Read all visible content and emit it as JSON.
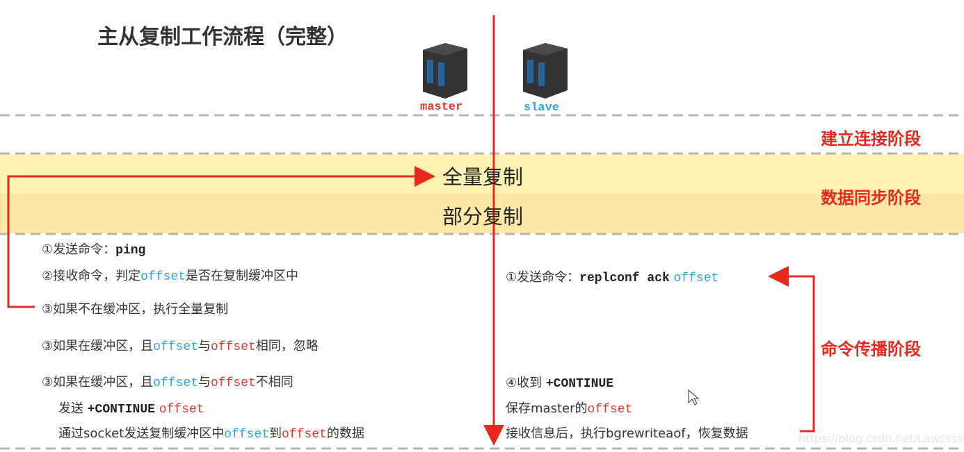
{
  "title": "主从复制工作流程（完整）",
  "nodes": {
    "master": "master",
    "slave": "slave"
  },
  "phases": {
    "connect": "建立连接阶段",
    "sync": "数据同步阶段",
    "propagate": "命令传播阶段"
  },
  "sync_items": {
    "full": "全量复制",
    "partial": "部分复制"
  },
  "left_steps": {
    "s1_prefix": "①发送命令：",
    "s1_cmd": "ping",
    "s2_prefix": "②接收命令，判定",
    "s2_offset": "offset",
    "s2_suffix": "是否在复制缓冲区中",
    "s3a": "③如果不在缓冲区，执行全量复制",
    "s3b_prefix": "③如果在缓冲区，且",
    "s3b_o1": "offset",
    "s3b_mid": "与",
    "s3b_o2": "offset",
    "s3b_suffix": "相同，忽略",
    "s3c_prefix": "③如果在缓冲区，且",
    "s3c_o1": "offset",
    "s3c_mid": "与",
    "s3c_o2": "offset",
    "s3c_suffix": "不相同",
    "s3c_send": "发送",
    "s3c_cmd": "+CONTINUE",
    "s3c_offset": "offset",
    "s3c_line3_prefix": "通过socket发送复制缓冲区中",
    "s3c_line3_o1": "offset",
    "s3c_line3_mid": "到",
    "s3c_line3_o2": "offset",
    "s3c_line3_suffix": "的数据"
  },
  "right_steps": {
    "r1_prefix": "①发送命令：",
    "r1_cmd": "replconf ack",
    "r1_offset": "offset",
    "r4_prefix": "④收到",
    "r4_cmd": "+CONTINUE",
    "r4_line2_prefix": "保存master的",
    "r4_line2_offset": "offset",
    "r4_line3": "接收信息后，执行bgrewriteaof，恢复数据"
  },
  "watermark": "https://blog.csdn.net/LawssssCat",
  "colors": {
    "red": "#e8281c",
    "blue": "#2aa7e0",
    "band1": "#fdf2b2",
    "band2": "#fde7a9"
  }
}
